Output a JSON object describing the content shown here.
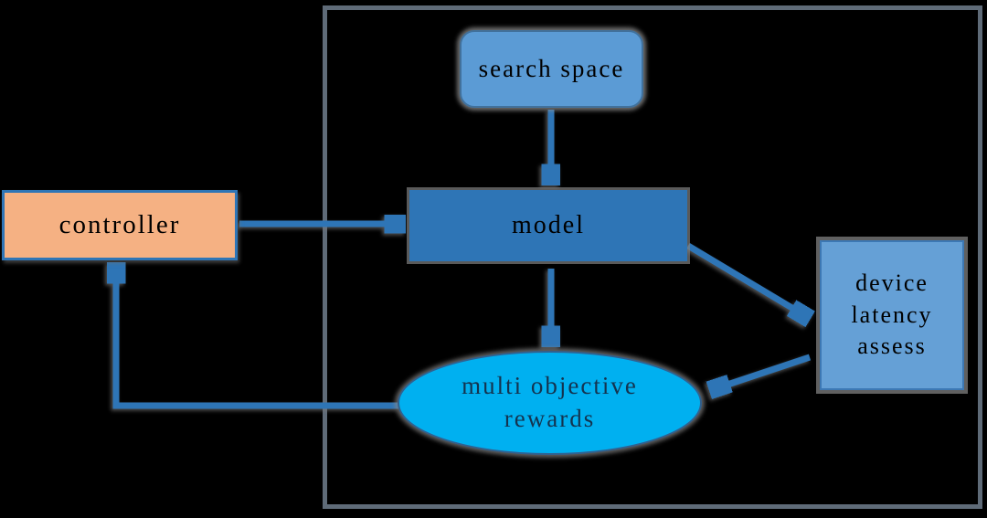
{
  "diagram": {
    "type": "flowchart",
    "background": "#000000",
    "boundary": {
      "description": "system boundary rectangle",
      "border_color": "#5f6b78"
    },
    "colors": {
      "arrow": "#2e75b6",
      "node_blue_light": "#5b9bd5",
      "node_blue_medium": "#2e75b6",
      "node_blue_device": "#65a0d6",
      "node_orange": "#f5b183",
      "node_cyan": "#00b0f0",
      "text_dark": "#000000",
      "text_navy": "#14334f"
    }
  },
  "nodes": {
    "search_space": {
      "label": "search space",
      "shape": "rounded-rectangle",
      "fill": "#5b9bd5"
    },
    "model": {
      "label": "model",
      "shape": "rectangle",
      "fill": "#2e75b6"
    },
    "controller": {
      "label": "controller",
      "shape": "rectangle",
      "fill": "#f5b183"
    },
    "device_latency_assess": {
      "line1": "device",
      "line2": "latency",
      "line3": "assess",
      "shape": "square",
      "fill": "#65a0d6"
    },
    "multi_objective_rewards": {
      "line1": "multi objective",
      "line2": "rewards",
      "shape": "ellipse",
      "fill": "#00b0f0"
    }
  },
  "edges": [
    {
      "from": "search space",
      "to": "model"
    },
    {
      "from": "controller",
      "to": "model"
    },
    {
      "from": "model",
      "to": "device latency assess"
    },
    {
      "from": "model",
      "to": "multi objective rewards"
    },
    {
      "from": "device latency assess",
      "to": "multi objective rewards"
    },
    {
      "from": "multi objective rewards",
      "to": "controller"
    }
  ]
}
